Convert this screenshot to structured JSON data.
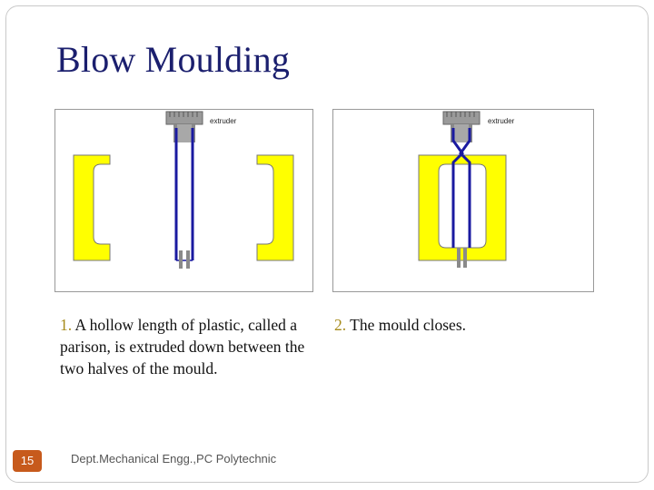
{
  "slide": {
    "title": "Blow Moulding",
    "page_number": "15",
    "footer": "Dept.Mechanical Engg.,PC Polytechnic"
  },
  "diagrams": [
    {
      "label": "extruder",
      "mould_color": "#ffff00",
      "parison_color": "#1a1aa0"
    },
    {
      "label": "extruder",
      "mould_color": "#ffff00",
      "parison_color": "#1a1aa0"
    }
  ],
  "captions": [
    {
      "number": "1.",
      "text": " A hollow length of plastic, called a parison, is extruded down between the two halves of the mould."
    },
    {
      "number": "2.",
      "text": " The mould closes."
    }
  ],
  "colors": {
    "title": "#1b1f6e",
    "step_number": "#a68a1a",
    "page_badge": "#c75a1c"
  }
}
